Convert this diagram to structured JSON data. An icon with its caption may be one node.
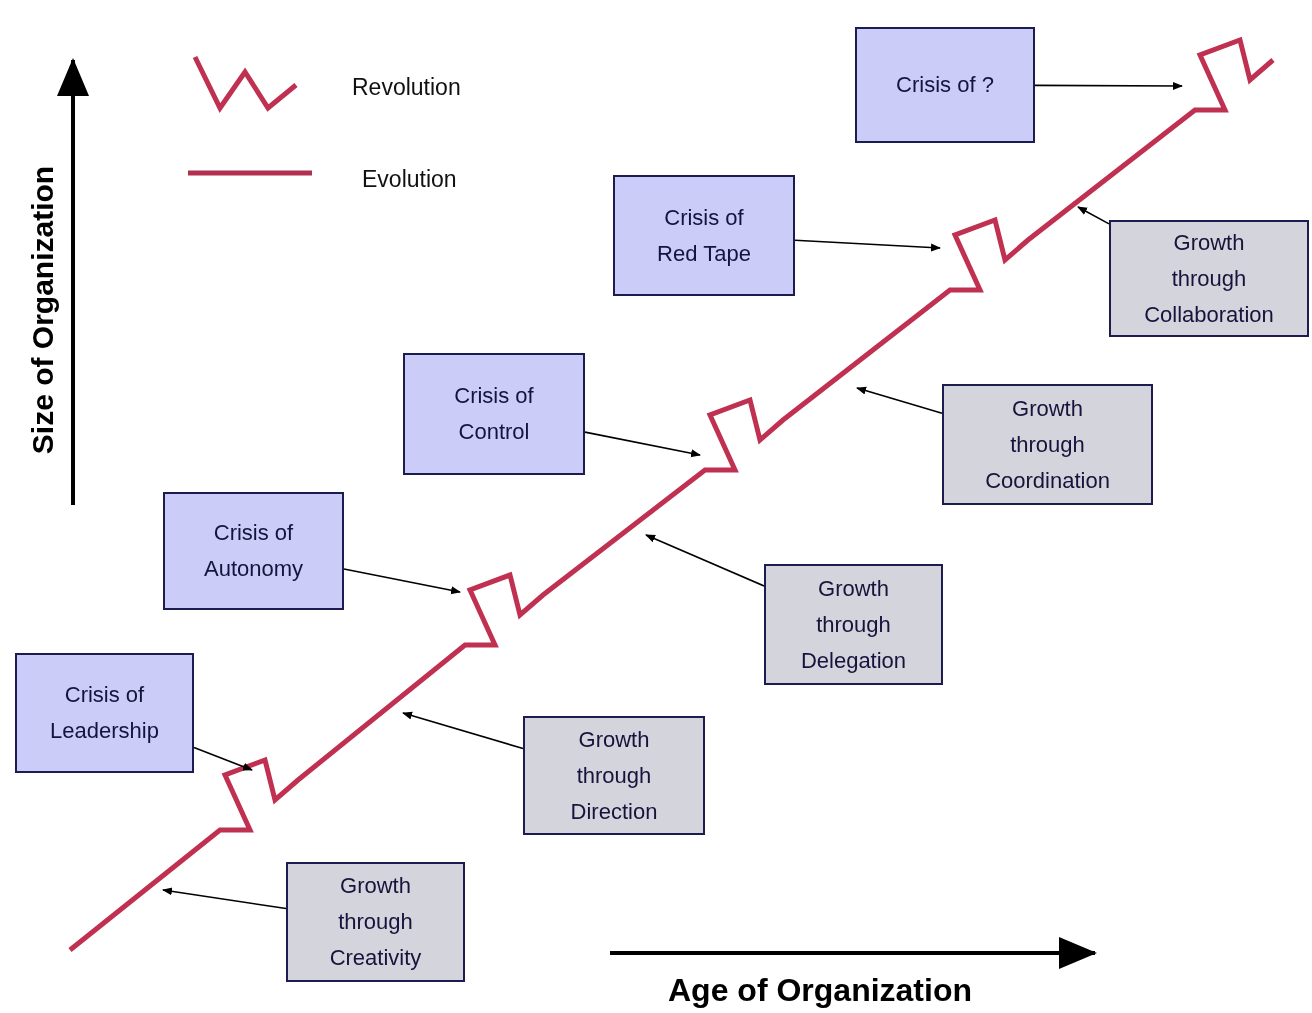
{
  "diagram": {
    "nodes": [
      {
        "text": [
          "Crisis of ?"
        ]
      },
      {
        "text": [
          "Crisis of Red Tape"
        ]
      },
      {
        "text": [
          "Growth through Collaboration"
        ]
      },
      {
        "text": [
          "Crisis of Control"
        ]
      },
      {
        "text": [
          "Growth through Coordination"
        ]
      },
      {
        "text": [
          "Crisis of Autonomy"
        ]
      },
      {
        "text": [
          "Growth through Delegation"
        ]
      },
      {
        "text": [
          "Crisis of Leadership"
        ]
      },
      {
        "text": [
          "Growth through Direction"
        ]
      },
      {
        "text": [
          "Growth through Creativity"
        ]
      }
    ],
    "edges": [
      {
        "from": 0,
        "to": null,
        "arrow": "to"
      },
      {
        "from": 1,
        "to": null,
        "arrow": "to"
      },
      {
        "from": 2,
        "to": null,
        "arrow": "to"
      },
      {
        "from": 3,
        "to": null,
        "arrow": "to"
      },
      {
        "from": 4,
        "to": null,
        "arrow": "to"
      },
      {
        "from": 5,
        "to": null,
        "arrow": "to"
      },
      {
        "from": 6,
        "to": null,
        "arrow": "to"
      },
      {
        "from": 7,
        "to": null,
        "arrow": "to"
      },
      {
        "from": 8,
        "to": null,
        "arrow": "to"
      },
      {
        "from": 9,
        "to": null,
        "arrow": "to"
      }
    ],
    "labels": [
      "Size of Organization",
      "Age of Organization"
    ],
    "legend": [
      {
        "text": "Revolution"
      },
      {
        "text": "Evolution"
      }
    ]
  }
}
